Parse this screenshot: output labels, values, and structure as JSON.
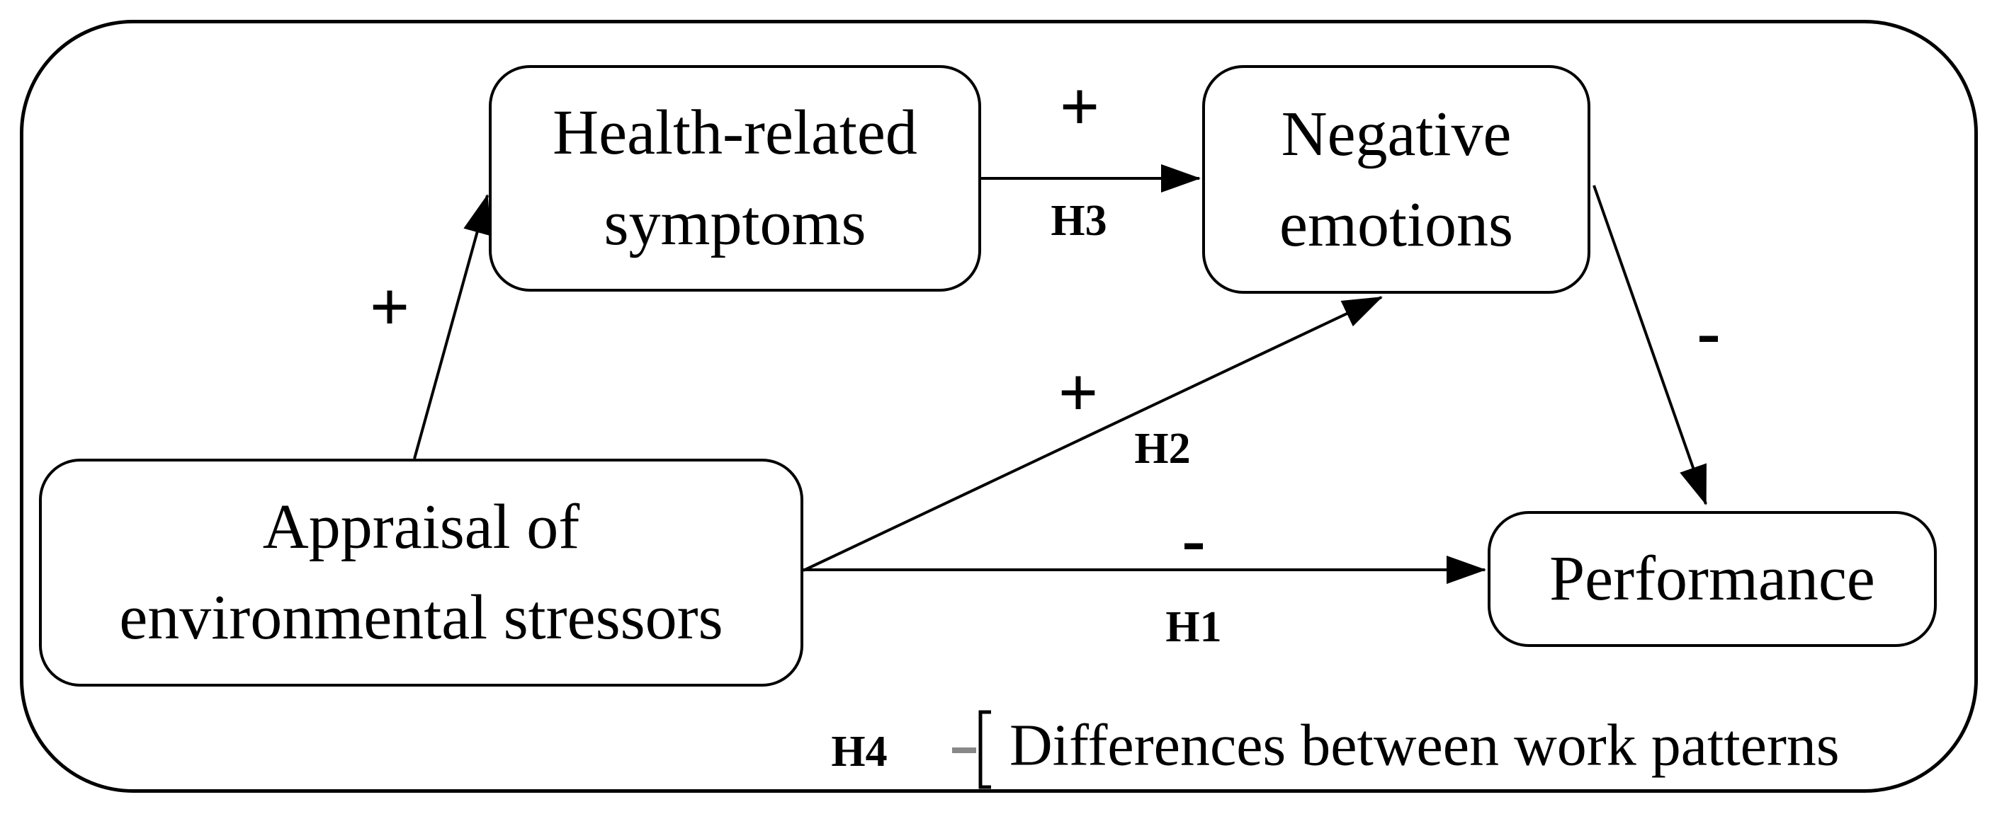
{
  "figure": {
    "description": "Hypothesized research model diagram"
  },
  "nodes": {
    "health": {
      "label": "Health-related\nsymptoms"
    },
    "negative": {
      "label": "Negative\nemotions"
    },
    "appraisal": {
      "label": "Appraisal of\nenvironmental stressors"
    },
    "performance": {
      "label": "Performance"
    }
  },
  "edges": {
    "appraisal_health": {
      "sign": "+"
    },
    "h3": {
      "sign": "+",
      "label": "H3"
    },
    "h2": {
      "sign": "+",
      "label": "H2"
    },
    "h1": {
      "sign": "-",
      "label": "H1"
    },
    "negative_performance": {
      "sign": "-"
    }
  },
  "legend": {
    "label": "H4",
    "text": "Differences between work patterns"
  },
  "colors": {
    "ink": "#000000",
    "background": "#ffffff",
    "dash_gray": "#888888"
  }
}
